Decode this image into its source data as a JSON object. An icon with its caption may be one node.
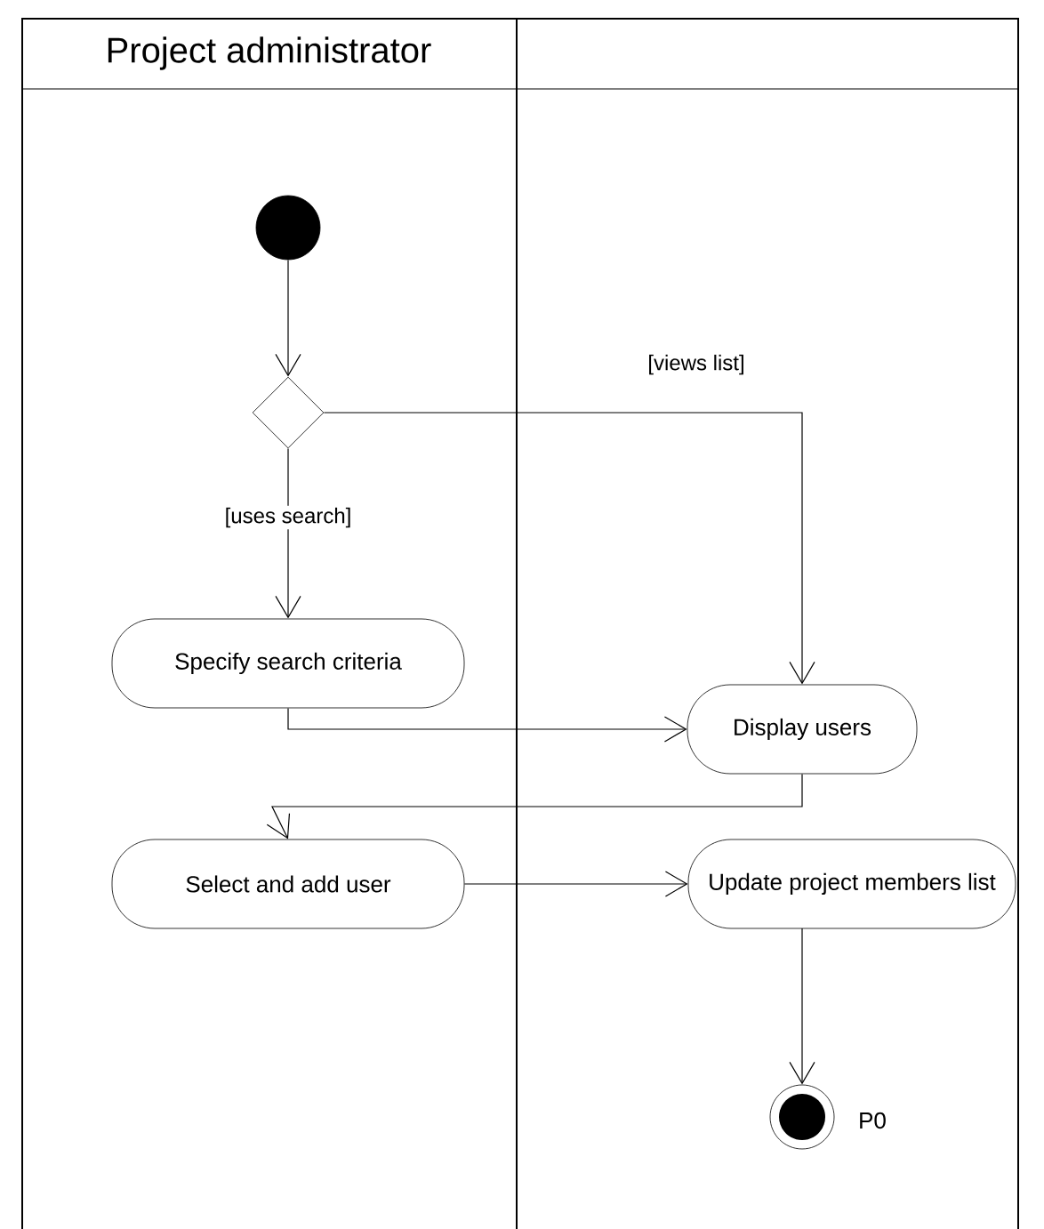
{
  "diagram": {
    "nodes": [
      {
        "text": [
          "Project administrator"
        ]
      },
      {
        "text": [],
        "shape": "box"
      },
      {
        "text": [],
        "shape": "circle",
        "in": 0
      },
      {
        "text": [],
        "shape": "diamond",
        "in": 0
      },
      {
        "text": [
          "Specify search criteria"
        ],
        "in": 0
      },
      {
        "text": [
          "Display users"
        ],
        "in": 1
      },
      {
        "text": [
          "Select and add user"
        ],
        "in": 0
      },
      {
        "text": [
          "Update project members list"
        ],
        "in": 1
      },
      {
        "text": [],
        "shape": "circle",
        "in": 1,
        "beside": [
          "P0"
        ]
      }
    ],
    "edges": [
      {
        "from": 2,
        "to": 3,
        "arrow": "to"
      },
      {
        "from": 3,
        "to": 5,
        "arrow": "to",
        "label": "[views list]"
      },
      {
        "from": 3,
        "to": 4,
        "arrow": "to",
        "label": "[uses search]"
      },
      {
        "from": 4,
        "to": 5,
        "arrow": "to"
      },
      {
        "from": 5,
        "to": 6,
        "arrow": "to"
      },
      {
        "from": 6,
        "to": 7,
        "arrow": "to"
      },
      {
        "from": 7,
        "to": 8,
        "arrow": "to"
      }
    ]
  }
}
